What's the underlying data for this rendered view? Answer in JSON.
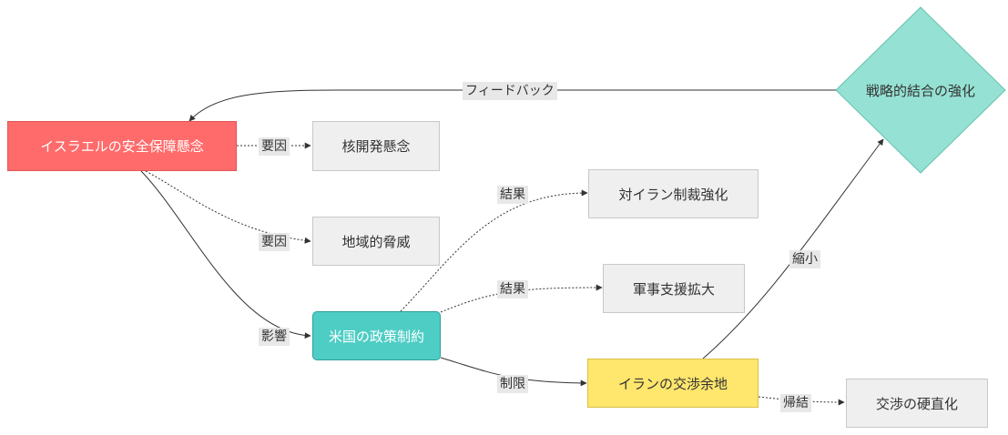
{
  "nodes": {
    "israel_security": "イスラエルの安全保障懸念",
    "nuclear_concern": "核開発懸念",
    "regional_threat": "地域的脅威",
    "us_policy": "米国の政策制約",
    "sanctions": "対イラン制裁強化",
    "military_aid": "軍事支援拡大",
    "iran_leverage": "イランの交渉余地",
    "hardening": "交渉の硬直化",
    "strategic_bond": "戦略的結合の強化"
  },
  "edges": {
    "feedback": "フィードバック",
    "factor_1": "要因",
    "factor_2": "要因",
    "influence": "影響",
    "result_1": "結果",
    "result_2": "結果",
    "restrict": "制限",
    "shrink": "縮小",
    "consequence": "帰結"
  },
  "colors": {
    "red": "#ff6b6b",
    "teal": "#4ecdc4",
    "yellow": "#ffe66d",
    "diamond": "#95e1d3",
    "box": "#efefef"
  }
}
